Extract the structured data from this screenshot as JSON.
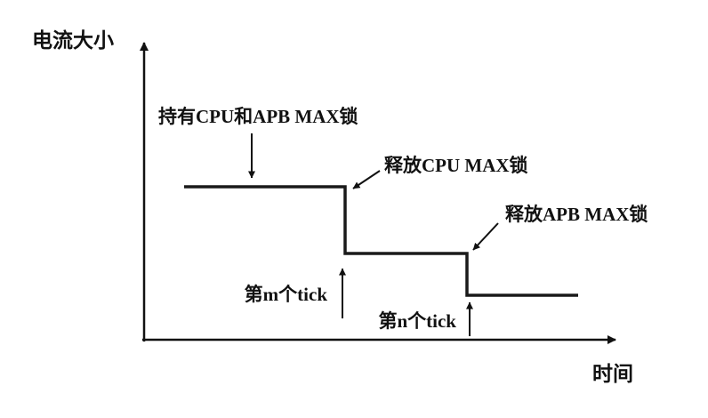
{
  "diagram": {
    "title_hint": "current-vs-time step diagram",
    "y_axis_label": "电流大小",
    "x_axis_label": "时间",
    "annotations": {
      "hold_both": "持有CPU和APB MAX锁",
      "release_cpu": "释放CPU MAX锁",
      "release_apb": "释放APB MAX锁",
      "tick_m": "第m个tick",
      "tick_n": "第n个tick"
    },
    "line_color": "#1a1a1a",
    "steps": {
      "description": "Current starts at a high level while holding CPU and APB MAX locks, drops at the m-th tick when the CPU MAX lock is released, and drops again at the n-th tick when the APB MAX lock is released.",
      "levels": [
        "high: holding CPU and APB MAX locks",
        "middle: after releasing CPU MAX lock at tick m",
        "low: after releasing APB MAX lock at tick n"
      ]
    }
  }
}
